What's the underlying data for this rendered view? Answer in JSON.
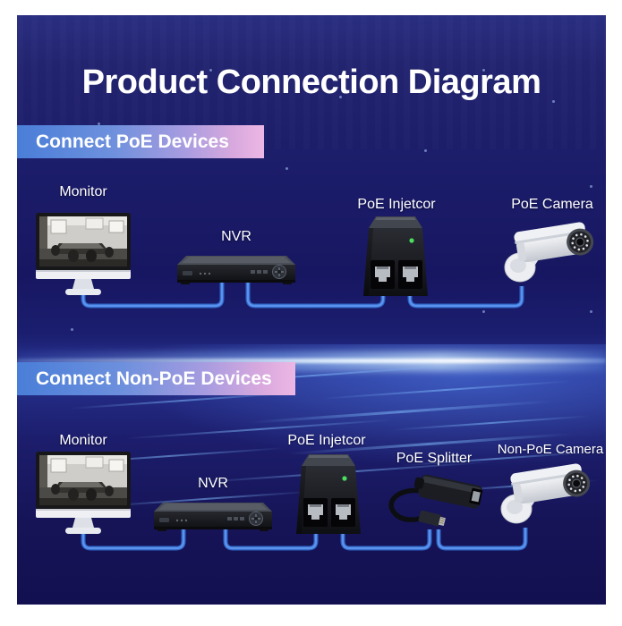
{
  "title": "Product Connection Diagram",
  "sections": [
    {
      "banner": "Connect PoE Devices",
      "devices": [
        {
          "label": "Monitor",
          "type": "monitor"
        },
        {
          "label": "NVR",
          "type": "nvr"
        },
        {
          "label": "PoE Injetcor",
          "type": "poe-injector"
        },
        {
          "label": "PoE Camera",
          "type": "poe-camera"
        }
      ]
    },
    {
      "banner": "Connect Non-PoE Devices",
      "devices": [
        {
          "label": "Monitor",
          "type": "monitor"
        },
        {
          "label": "NVR",
          "type": "nvr"
        },
        {
          "label": "PoE Injetcor",
          "type": "poe-injector"
        },
        {
          "label": "PoE Splitter",
          "type": "poe-splitter"
        },
        {
          "label": "Non-PoE Camera",
          "type": "non-poe-camera"
        }
      ]
    }
  ],
  "colors": {
    "panel_background": "#1a1a68",
    "cable_blue": "#4285e8",
    "banner_gradient_start": "#4a7ed8",
    "banner_gradient_end": "#ecb7e4",
    "led_green": "#4ade5f",
    "text": "#ffffff"
  }
}
